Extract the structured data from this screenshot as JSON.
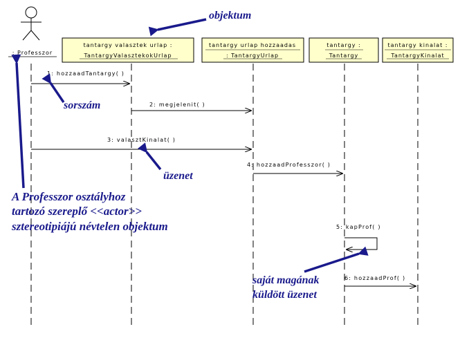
{
  "actor": {
    "label": ": Professzor"
  },
  "objects": [
    {
      "line1": "tantargy valasztek urlap :",
      "line2": "TantargyValasztekokUrlap"
    },
    {
      "line1": "tantargy urlap hozzaadas",
      "line2": ": TantargyUrlap"
    },
    {
      "line1": "tantargy :",
      "line2": "Tantargy"
    },
    {
      "line1": "tantargy kinalat :",
      "line2": "TantargyKinalat"
    }
  ],
  "messages": [
    {
      "label": "1: hozzaadTantargy( )"
    },
    {
      "label": "2: megjelenit( )"
    },
    {
      "label": "3: valasztKinalat( )"
    },
    {
      "label": "4: hozzaadProfesszor( )"
    },
    {
      "label": "5: kapProf( )"
    },
    {
      "label": "6: hozzaadProf( )"
    }
  ],
  "annotations": {
    "objektum": "objektum",
    "sorszam": "sorszám",
    "uzenet": "üzenet",
    "actor_note": [
      "A Professzor osztályhoz",
      "tartozó szereplő <<actor>>",
      "sztereotipiájú névtelen objektum"
    ],
    "self_msg": [
      "saját magának",
      "küldött üzenet"
    ]
  },
  "colors": {
    "object_fill": "#ffffcc",
    "annotation": "#1a1a8c",
    "line": "#000000"
  }
}
